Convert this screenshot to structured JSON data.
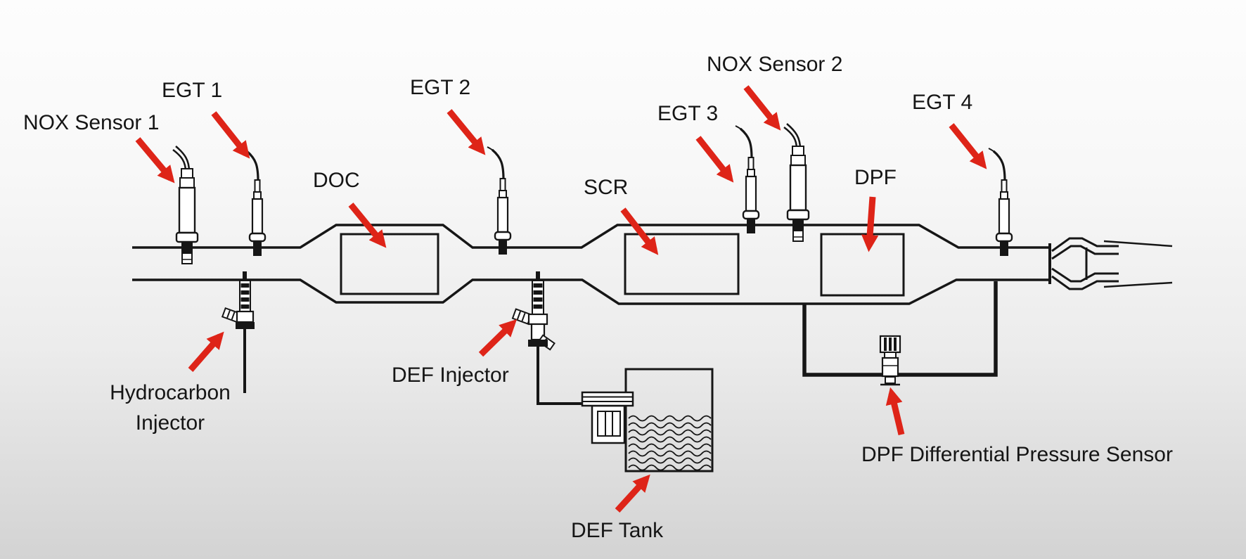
{
  "labels": {
    "nox_sensor_1": "NOX Sensor 1",
    "egt_1": "EGT 1",
    "doc": "DOC",
    "egt_2": "EGT 2",
    "scr": "SCR",
    "egt_3": "EGT 3",
    "nox_sensor_2": "NOX Sensor 2",
    "dpf": "DPF",
    "egt_4": "EGT 4",
    "hydrocarbon_injector_line_1": "Hydrocarbon",
    "hydrocarbon_injector_line_2": "Injector",
    "def_injector": "DEF Injector",
    "def_tank": "DEF Tank",
    "dpf_differential_pressure_sensor": "DPF Differential Pressure Sensor"
  },
  "colors": {
    "arrow_red": "#de2418",
    "line_black": "#161616",
    "background_top": "#fdfdfd",
    "background_bottom": "#d3d3d3"
  }
}
